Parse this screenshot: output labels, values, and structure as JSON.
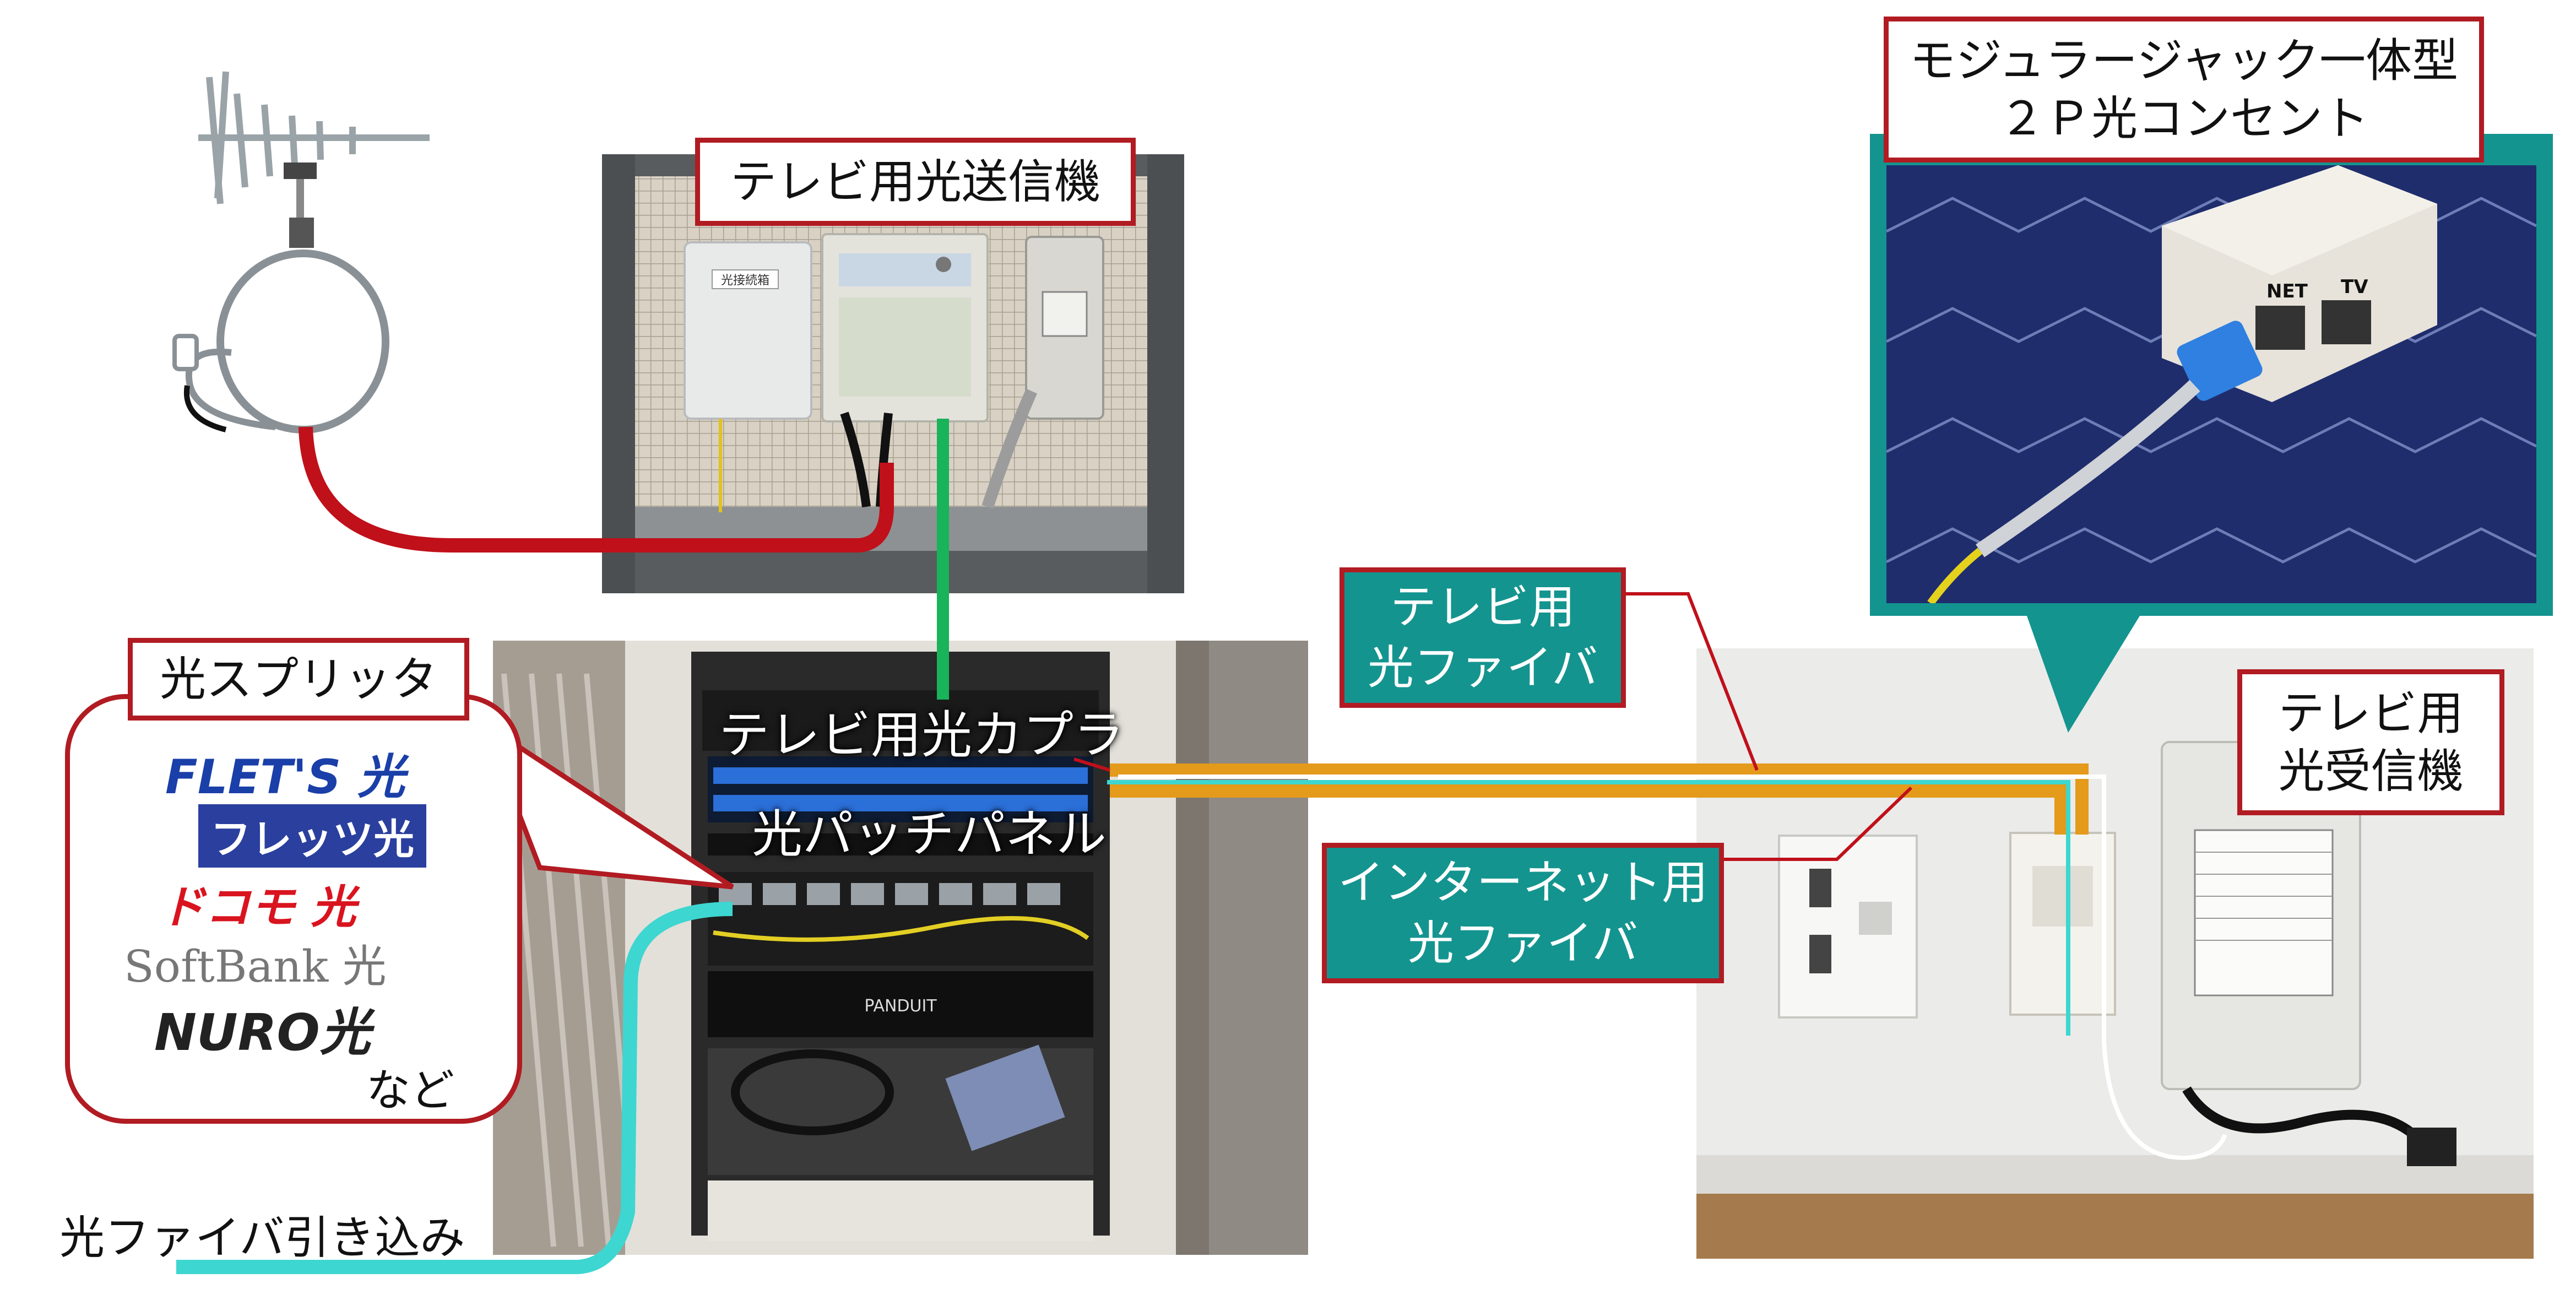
{
  "labels": {
    "tv_transmitter": "テレビ用光送信機",
    "modular_jack_line1": "モジュラージャック一体型",
    "modular_jack_line2": "２Ｐ光コンセント",
    "optical_splitter": "光スプリッタ",
    "tv_fiber": "テレビ用\n光ファイバ",
    "tv_coupler": "テレビ用光カプラ",
    "patch_panel": "光パッチパネル",
    "internet_fiber": "インターネット用\n光ファイバ",
    "tv_receiver": "テレビ用\n光受信機",
    "fiber_intake": "光ファイバ引き込み",
    "etc": "など"
  },
  "providers": {
    "flets_a": "FLET'S 光",
    "flets_b": "フレッツ光",
    "docomo": "ドコモ 光",
    "softbank": "SoftBank 光",
    "nuro": "NURO光"
  },
  "photo_text": {
    "outlet_net": "NET",
    "outlet_tv": "TV",
    "box_label": "光接続箱",
    "panduit": "PANDUIT"
  },
  "colors": {
    "red_cable": "#c0101a",
    "green_cable": "#19b35a",
    "orange_cable": "#e49a1a",
    "cyan_cable": "#3ed6d0",
    "teal_box": "#14948f",
    "label_border": "#b11b22"
  }
}
